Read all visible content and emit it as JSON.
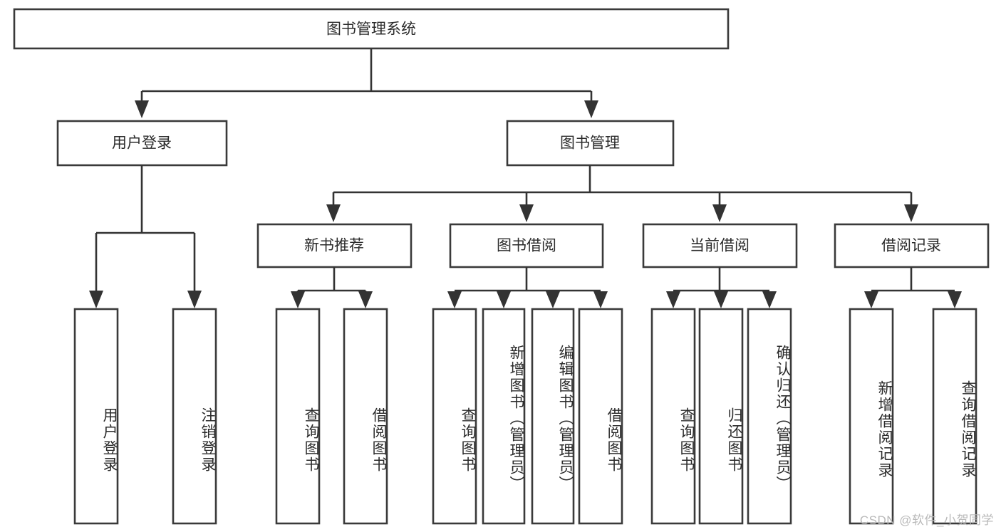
{
  "diagram": {
    "title": "图书管理系统",
    "type": "hierarchy-tree",
    "root": {
      "id": "root",
      "label": "图书管理系统",
      "orientation": "horizontal"
    },
    "level2": [
      {
        "id": "user-login",
        "label": "用户登录",
        "orientation": "horizontal"
      },
      {
        "id": "book-management",
        "label": "图书管理",
        "orientation": "horizontal"
      }
    ],
    "level3": [
      {
        "id": "new-book-recommend",
        "label": "新书推荐",
        "orientation": "horizontal",
        "parent": "book-management"
      },
      {
        "id": "book-borrow",
        "label": "图书借阅",
        "orientation": "horizontal",
        "parent": "book-management"
      },
      {
        "id": "current-borrow",
        "label": "当前借阅",
        "orientation": "horizontal",
        "parent": "book-management"
      },
      {
        "id": "borrow-record",
        "label": "借阅记录",
        "orientation": "horizontal",
        "parent": "book-management"
      }
    ],
    "leaves": [
      {
        "id": "leaf-user-login",
        "label": "用户登录",
        "parent": "user-login"
      },
      {
        "id": "leaf-logout-login",
        "label": "注销登录",
        "parent": "user-login"
      },
      {
        "id": "leaf-query-book-1",
        "label": "查询图书",
        "parent": "new-book-recommend"
      },
      {
        "id": "leaf-borrow-book-1",
        "label": "借阅图书",
        "parent": "new-book-recommend"
      },
      {
        "id": "leaf-query-book-2",
        "label": "查询图书",
        "parent": "book-borrow"
      },
      {
        "id": "leaf-add-book",
        "label": "新增图书（管理员）",
        "parent": "book-borrow"
      },
      {
        "id": "leaf-edit-book",
        "label": "编辑图书（管理员）",
        "parent": "book-borrow"
      },
      {
        "id": "leaf-borrow-book-2",
        "label": "借阅图书",
        "parent": "book-borrow"
      },
      {
        "id": "leaf-query-book-3",
        "label": "查询图书",
        "parent": "current-borrow"
      },
      {
        "id": "leaf-return-book",
        "label": "归还图书",
        "parent": "current-borrow"
      },
      {
        "id": "leaf-confirm-return",
        "label": "确认归还（管理员）",
        "parent": "current-borrow"
      },
      {
        "id": "leaf-add-record",
        "label": "新增借阅记录",
        "parent": "borrow-record"
      },
      {
        "id": "leaf-query-record",
        "label": "查询借阅记录",
        "parent": "borrow-record"
      }
    ],
    "colors": {
      "stroke": "#333333",
      "box_fill": "#ffffff",
      "text": "#2b2b2b",
      "watermark": "#b9b9b9",
      "background": "#ffffff"
    }
  },
  "watermark": {
    "text": "CSDN @软件_小贺同学"
  }
}
